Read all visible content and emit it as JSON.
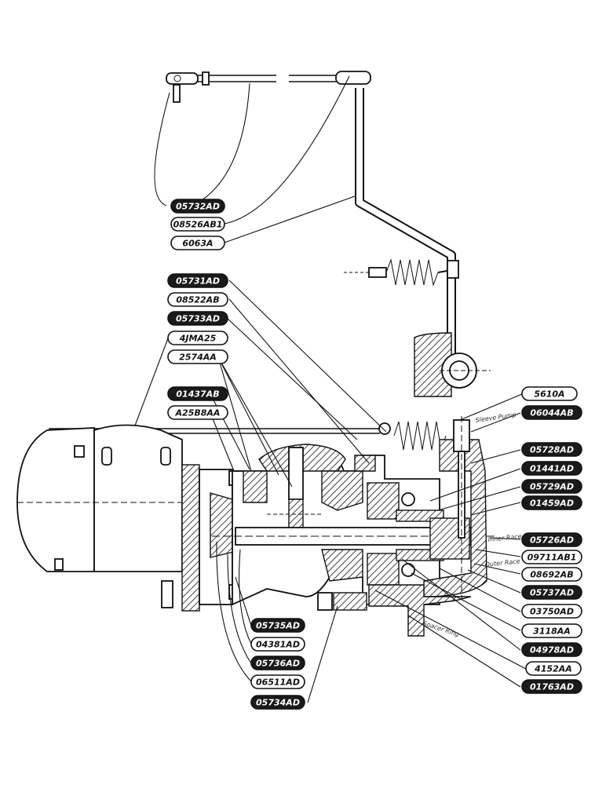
{
  "callouts": {
    "c05732": "05732AD",
    "c08526": "08526AB1",
    "c6063": "6063A",
    "c05731": "05731AD",
    "c08522": "08522AB",
    "c05733": "05733AD",
    "c4jma": "4JMA25",
    "c2574": "2574AA",
    "c01437": "01437AB",
    "ca25": "A25B8AA",
    "c5610": "5610A",
    "c06044": "06044AB",
    "c05728": "05728AD",
    "c01441": "01441AD",
    "c05729": "05729AD",
    "c01459": "01459AD",
    "c05726": "05726AD",
    "c09711": "09711AB1",
    "c08692": "08692AB",
    "c05737": "05737AD",
    "c03750": "03750AD",
    "c3118": "3118AA",
    "c04978": "04978AD",
    "c4152": "4152AA",
    "c01763": "01763AD",
    "c05735": "05735AD",
    "c04381": "04381AD",
    "c05736": "05736AD",
    "c06511": "06511AD",
    "c05734": "05734AD"
  },
  "annotations": {
    "a1": "Sleeve Pump",
    "a2": "Inner Race",
    "a3": "Outer Race",
    "a4": "Spacer Ring"
  }
}
